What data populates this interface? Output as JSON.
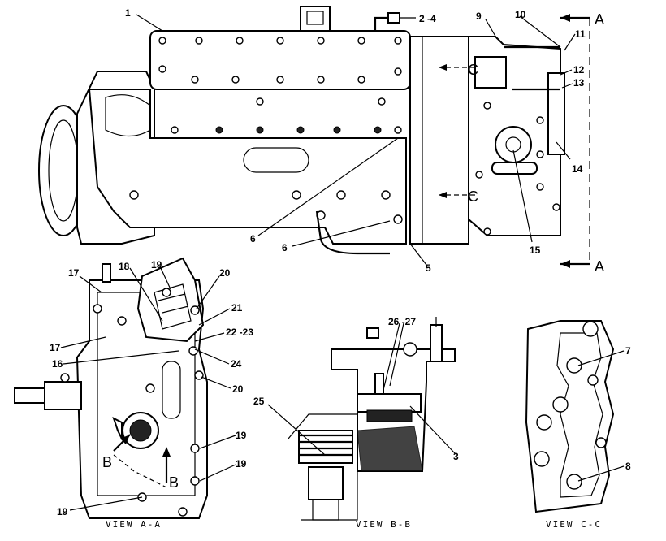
{
  "callouts": {
    "c1": "1",
    "c2_4": "2 -4",
    "c3": "3",
    "c5": "5",
    "c6a": "6",
    "c6b": "6",
    "c7": "7",
    "c8": "8",
    "c9": "9",
    "c10": "10",
    "c11": "11",
    "c12": "12",
    "c13": "13",
    "c14": "14",
    "c15": "15",
    "c16": "16",
    "c17a": "17",
    "c17b": "17",
    "c18": "18",
    "c19a": "19",
    "c19b": "19",
    "c19c": "19",
    "c19d": "19",
    "c20a": "20",
    "c20b": "20",
    "c21": "21",
    "c22_23": "22 -23",
    "c24": "24",
    "c25": "25",
    "c26_27": "26 -27"
  },
  "section_markers": {
    "a_top": "A",
    "a_bottom": "A",
    "c_top": "C",
    "c_bottom": "C",
    "b_left": "B",
    "b_right": "B"
  },
  "view_labels": {
    "view_a": "VIEW A-A",
    "view_b": "VIEW B-B",
    "view_c": "VIEW C-C"
  }
}
